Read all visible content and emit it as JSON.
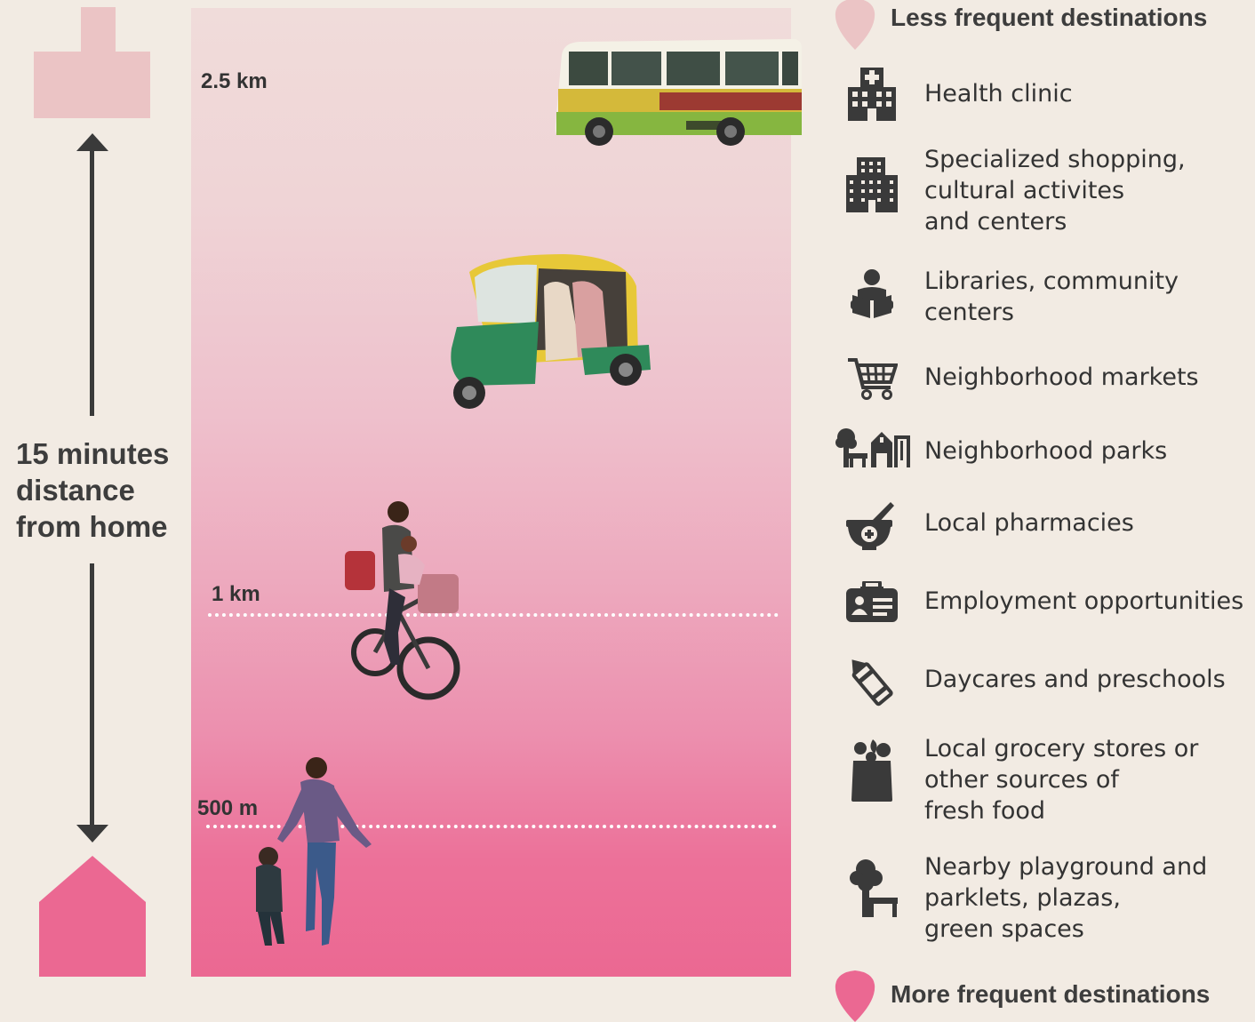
{
  "scale": {
    "label_lines": [
      "15 minutes",
      "distance",
      "from home"
    ],
    "distances": [
      "2.5 km",
      "1 km",
      "500 m"
    ]
  },
  "legend": {
    "less_frequent": "Less frequent destinations",
    "more_frequent": "More frequent destinations"
  },
  "destinations": [
    {
      "icon": "hospital-icon",
      "lines": [
        "Health clinic"
      ]
    },
    {
      "icon": "buildings-icon",
      "lines": [
        "Specialized shopping,",
        "cultural activites",
        "and centers"
      ]
    },
    {
      "icon": "reader-icon",
      "lines": [
        "Libraries, community",
        "centers"
      ]
    },
    {
      "icon": "shopping-cart-icon",
      "lines": [
        "Neighborhood markets"
      ]
    },
    {
      "icon": "park-icon",
      "lines": [
        "Neighborhood parks"
      ]
    },
    {
      "icon": "mortar-pestle-icon",
      "lines": [
        "Local pharmacies"
      ]
    },
    {
      "icon": "id-badge-icon",
      "lines": [
        "Employment opportunities"
      ]
    },
    {
      "icon": "crayon-icon",
      "lines": [
        "Daycares and preschools"
      ]
    },
    {
      "icon": "grocery-bag-icon",
      "lines": [
        "Local grocery stores or",
        "other sources of",
        "fresh food"
      ]
    },
    {
      "icon": "tree-bench-icon",
      "lines": [
        "Nearby playground and",
        "parklets, plazas,",
        "green spaces"
      ]
    }
  ],
  "colors": {
    "background": "#f2ebe3",
    "pink_light": "#ebc4c5",
    "pink_strong": "#eb6892",
    "icon": "#3a3a3a"
  }
}
